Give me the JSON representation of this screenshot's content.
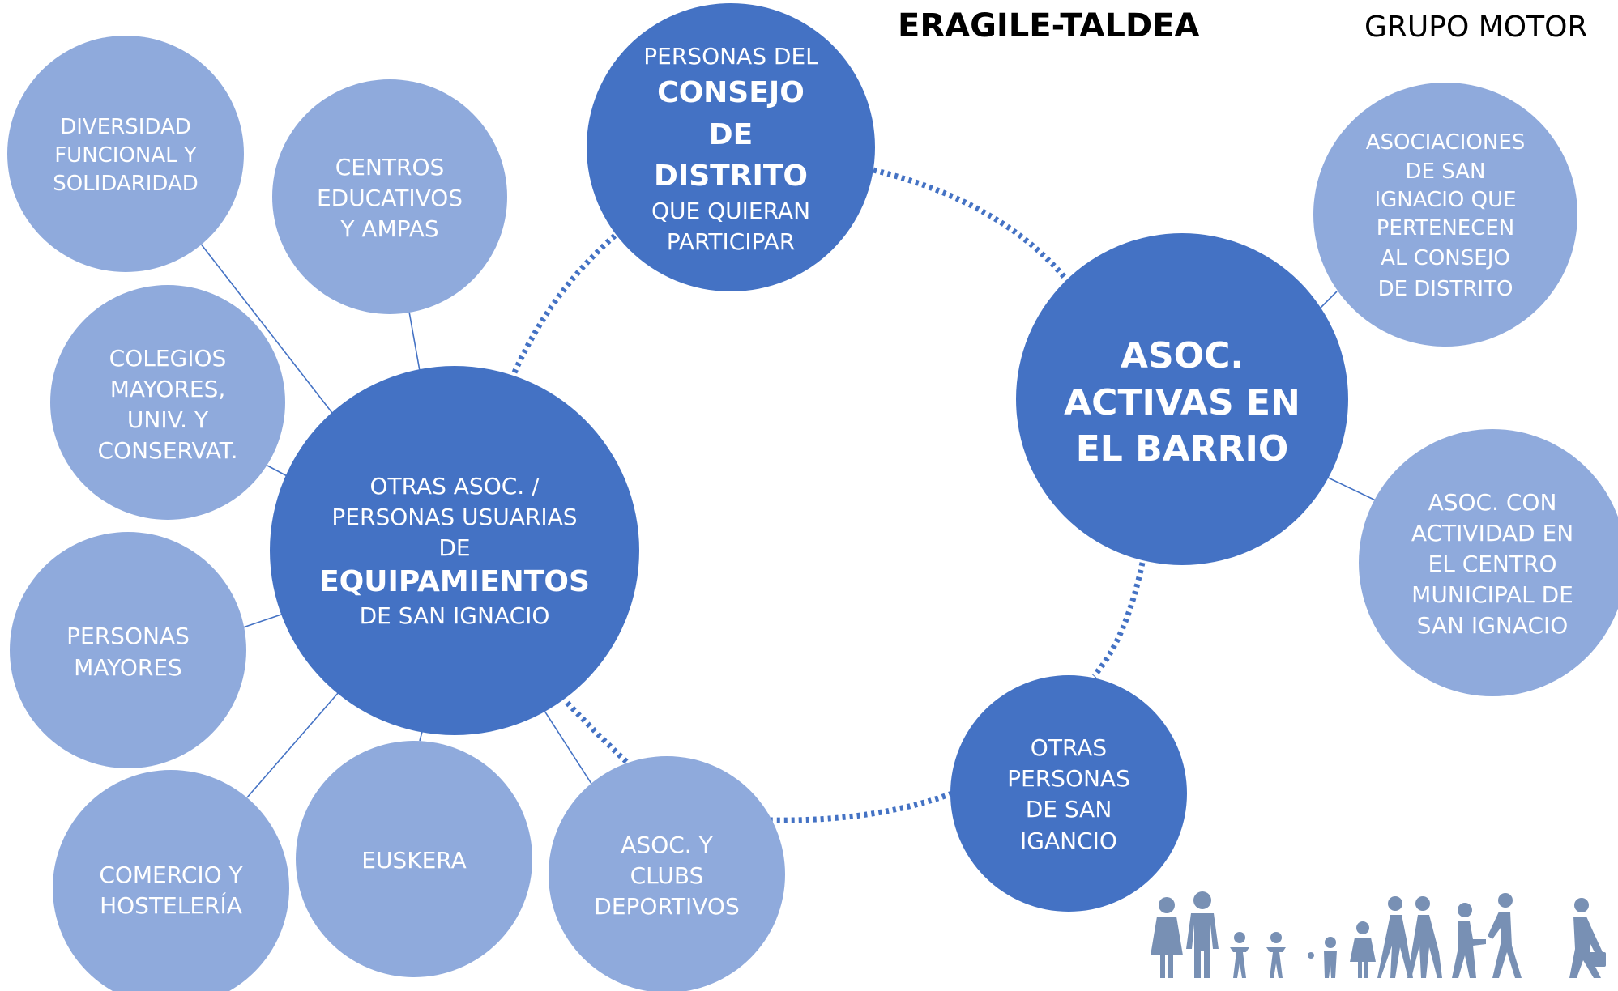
{
  "titles": {
    "eragile": "ERAGILE-TALDEA",
    "grupo": "GRUPO MOTOR"
  },
  "nodes": {
    "consejo": {
      "l1": "PERSONAS DEL",
      "l2": "CONSEJO",
      "l3": "DE",
      "l4": "DISTRITO",
      "l5": "QUE QUIERAN",
      "l6": "PARTICIPAR"
    },
    "asoc_activas": {
      "l1": "ASOC.",
      "l2": "ACTIVAS EN",
      "l3": "EL BARRIO"
    },
    "equipamientos": {
      "l1": "OTRAS ASOC. /",
      "l2": "PERSONAS USUARIAS",
      "l3": "DE",
      "l4": "EQUIPAMIENTOS",
      "l5": "DE SAN IGNACIO"
    },
    "otras_personas": {
      "l1": "OTRAS",
      "l2": "PERSONAS",
      "l3": "DE SAN",
      "l4": "IGANCIO"
    },
    "diversidad": {
      "l1": "DIVERSIDAD",
      "l2": "FUNCIONAL Y",
      "l3": "SOLIDARIDAD"
    },
    "centros": {
      "l1": "CENTROS",
      "l2": "EDUCATIVOS",
      "l3": "Y AMPAS"
    },
    "colegios": {
      "l1": "COLEGIOS",
      "l2": "MAYORES,",
      "l3": "UNIV. Y",
      "l4": "CONSERVAT."
    },
    "mayores": {
      "l1": "PERSONAS",
      "l2": "MAYORES"
    },
    "comercio": {
      "l1": "COMERCIO Y",
      "l2": "HOSTELERÍA"
    },
    "euskera": {
      "l1": "EUSKERA"
    },
    "clubs": {
      "l1": "ASOC. Y",
      "l2": "CLUBS",
      "l3": "DEPORTIVOS"
    },
    "asociaciones_consejo": {
      "l1": "ASOCIACIONES",
      "l2": "DE SAN",
      "l3": "IGNACIO QUE",
      "l4": "PERTENECEN",
      "l5": "AL CONSEJO",
      "l6": "DE DISTRITO"
    },
    "centro_municipal": {
      "l1": "ASOC. CON",
      "l2": "ACTIVIDAD EN",
      "l3": "EL CENTRO",
      "l4": "MUNICIPAL DE",
      "l5": "SAN IGNACIO"
    }
  },
  "colors": {
    "dark_node": "#4472c4",
    "light_node": "#8faadc",
    "people_icons": "#7890b4"
  },
  "icons": [
    "people-group-icon"
  ]
}
